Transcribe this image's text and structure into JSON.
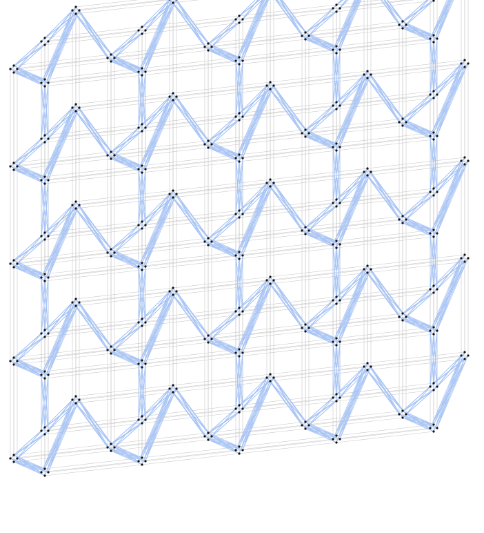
{
  "graph": {
    "description_type": "lattice-graph",
    "grid": {
      "columns": 5,
      "rows": 5,
      "cell_clusters": 4,
      "nodes_per_cluster": 4
    },
    "colors": {
      "background": "#ffffff",
      "grid_edge": "#c8c8c8",
      "coupling_edge": "#a8c4f4",
      "node": "#111111"
    },
    "edge_types": [
      "grid-edge",
      "coupling-edge"
    ]
  }
}
